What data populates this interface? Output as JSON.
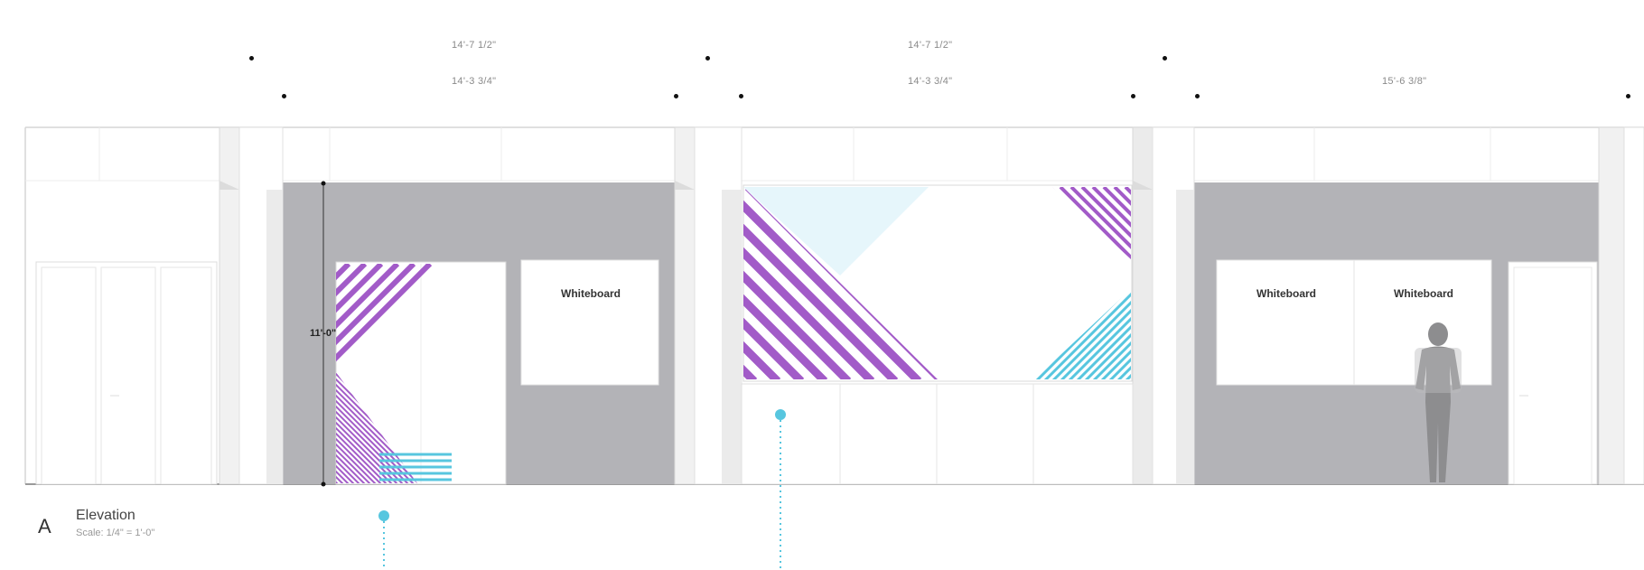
{
  "dimensions": {
    "top_left": "14'-7 1/2\"",
    "top_center": "14'-7 1/2\"",
    "bottom_left": "14'-3 3/4\"",
    "bottom_center": "14'-3 3/4\"",
    "bottom_right": "15'-6 3/8\""
  },
  "height_label": "11'-0\"",
  "whiteboards": {
    "left": "Whiteboard",
    "right_a": "Whiteboard",
    "right_b": "Whiteboard"
  },
  "legend": {
    "letter": "A",
    "title": "Elevation",
    "scale": "Scale: 1/4\" = 1'-0\""
  },
  "colors": {
    "wall_gray": "#b3b3b7",
    "purple": "#a25bc8",
    "cyan": "#57c6df",
    "light_cyan": "#e6f6fb",
    "line": "#d4d4d4",
    "pillar": "#ebebeb"
  }
}
